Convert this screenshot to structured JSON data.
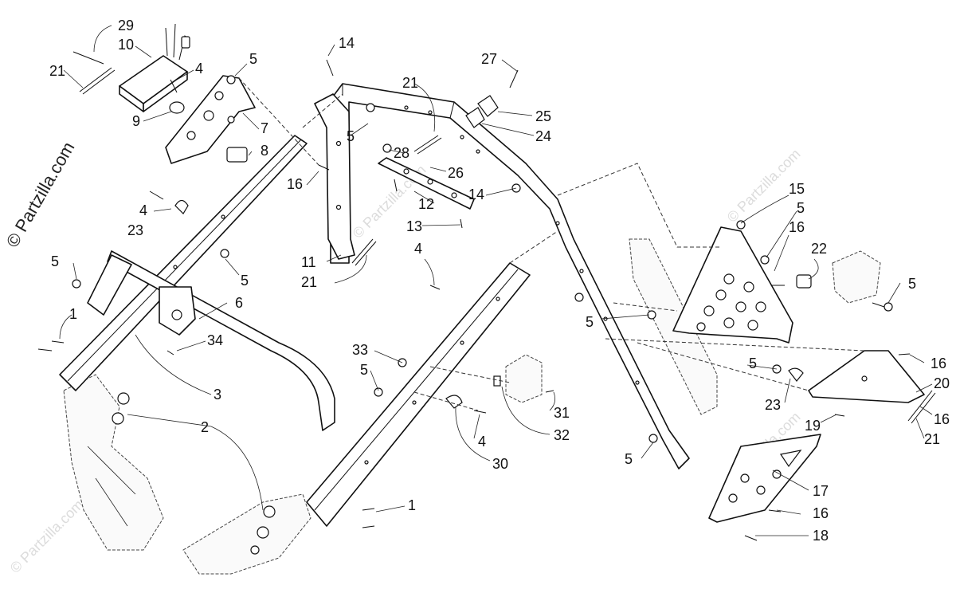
{
  "brand_text": "© Partzilla.com",
  "watermark_text": "© Partzilla.com",
  "labels": [
    {
      "text": "29"
    },
    {
      "text": "10"
    },
    {
      "text": "21"
    },
    {
      "text": "4"
    },
    {
      "text": "5"
    },
    {
      "text": "9"
    },
    {
      "text": "7"
    },
    {
      "text": "8"
    },
    {
      "text": "14"
    },
    {
      "text": "16"
    },
    {
      "text": "4"
    },
    {
      "text": "23"
    },
    {
      "text": "5"
    },
    {
      "text": "5"
    },
    {
      "text": "6"
    },
    {
      "text": "1"
    },
    {
      "text": "34"
    },
    {
      "text": "3"
    },
    {
      "text": "2"
    },
    {
      "text": "1"
    },
    {
      "text": "5"
    },
    {
      "text": "21"
    },
    {
      "text": "28"
    },
    {
      "text": "26"
    },
    {
      "text": "12"
    },
    {
      "text": "14"
    },
    {
      "text": "13"
    },
    {
      "text": "11"
    },
    {
      "text": "21"
    },
    {
      "text": "4"
    },
    {
      "text": "27"
    },
    {
      "text": "25"
    },
    {
      "text": "24"
    },
    {
      "text": "33"
    },
    {
      "text": "5"
    },
    {
      "text": "31"
    },
    {
      "text": "4"
    },
    {
      "text": "32"
    },
    {
      "text": "30"
    },
    {
      "text": "15"
    },
    {
      "text": "5"
    },
    {
      "text": "16"
    },
    {
      "text": "22"
    },
    {
      "text": "5"
    },
    {
      "text": "5"
    },
    {
      "text": "5"
    },
    {
      "text": "16"
    },
    {
      "text": "20"
    },
    {
      "text": "23"
    },
    {
      "text": "19"
    },
    {
      "text": "16"
    },
    {
      "text": "21"
    },
    {
      "text": "5"
    },
    {
      "text": "17"
    },
    {
      "text": "16"
    },
    {
      "text": "18"
    }
  ]
}
